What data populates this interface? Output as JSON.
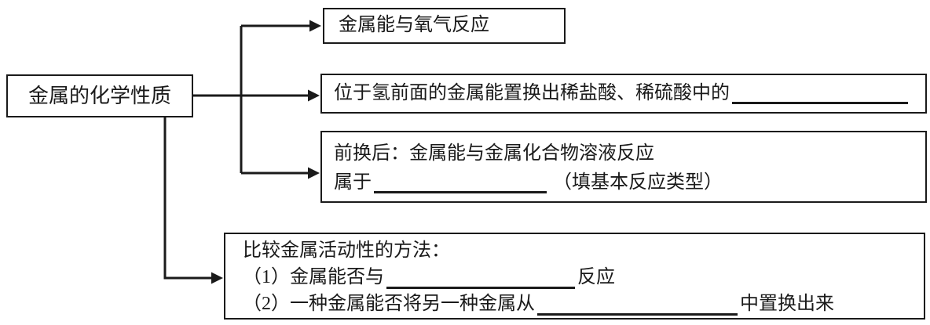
{
  "colors": {
    "background": "#ffffff",
    "line": "#1a1a1a",
    "text": "#1a1a1a"
  },
  "flowchart": {
    "root_box": {
      "label": "金属的化学性质"
    },
    "branch_boxes": {
      "oxygen": {
        "text": "金属能与氧气反应"
      },
      "acid": {
        "text_before_blank": "位于氢前面的金属能置换出稀盐酸、稀硫酸中的"
      },
      "solution": {
        "line1": "前换后：金属能与金属化合物溶液反应",
        "line2_before_blank": "属于",
        "line2_after_blank": "（填基本反应类型）"
      },
      "activity": {
        "title": "比较金属活动性的方法：",
        "item1_before_blank": "（1）金属能否与",
        "item1_after_blank": "反应",
        "item2_before_blank": "（2）一种金属能否将另一种金属从",
        "item2_after_blank": "中置换出来"
      }
    }
  }
}
